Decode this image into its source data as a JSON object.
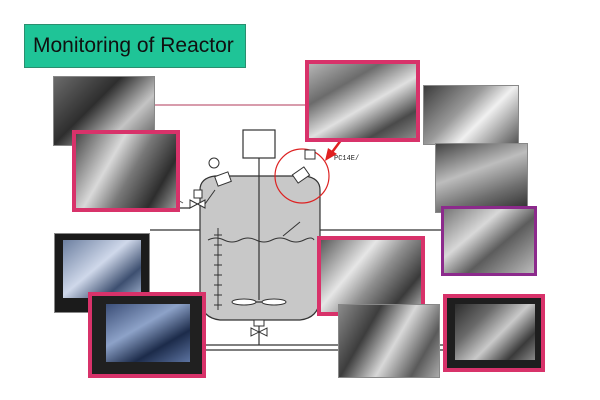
{
  "title": "Monitoring of Reactor",
  "tag_label": "PC14E/",
  "colors": {
    "title_bg": "#1fc497",
    "frame_pink": "#d8326a",
    "frame_purple": "#8c2a8c",
    "arrow_red": "#e02020",
    "vessel_fill": "#c8c8c8"
  },
  "photos": [
    {
      "name": "photo-valve-top-left",
      "frame": "plain"
    },
    {
      "name": "photo-valve-closeup-left",
      "frame": "pink"
    },
    {
      "name": "photo-sensor-top-center",
      "frame": "pink"
    },
    {
      "name": "photo-right-1",
      "frame": "plain"
    },
    {
      "name": "photo-right-2",
      "frame": "plain"
    },
    {
      "name": "photo-right-3",
      "frame": "purple"
    },
    {
      "name": "photo-monitor-left-1",
      "frame": "plain"
    },
    {
      "name": "photo-monitor-left-2",
      "frame": "pink"
    },
    {
      "name": "photo-sensor-center",
      "frame": "pink"
    },
    {
      "name": "photo-valve-bottom",
      "frame": "plain"
    },
    {
      "name": "photo-monitor-right",
      "frame": "pink"
    }
  ]
}
